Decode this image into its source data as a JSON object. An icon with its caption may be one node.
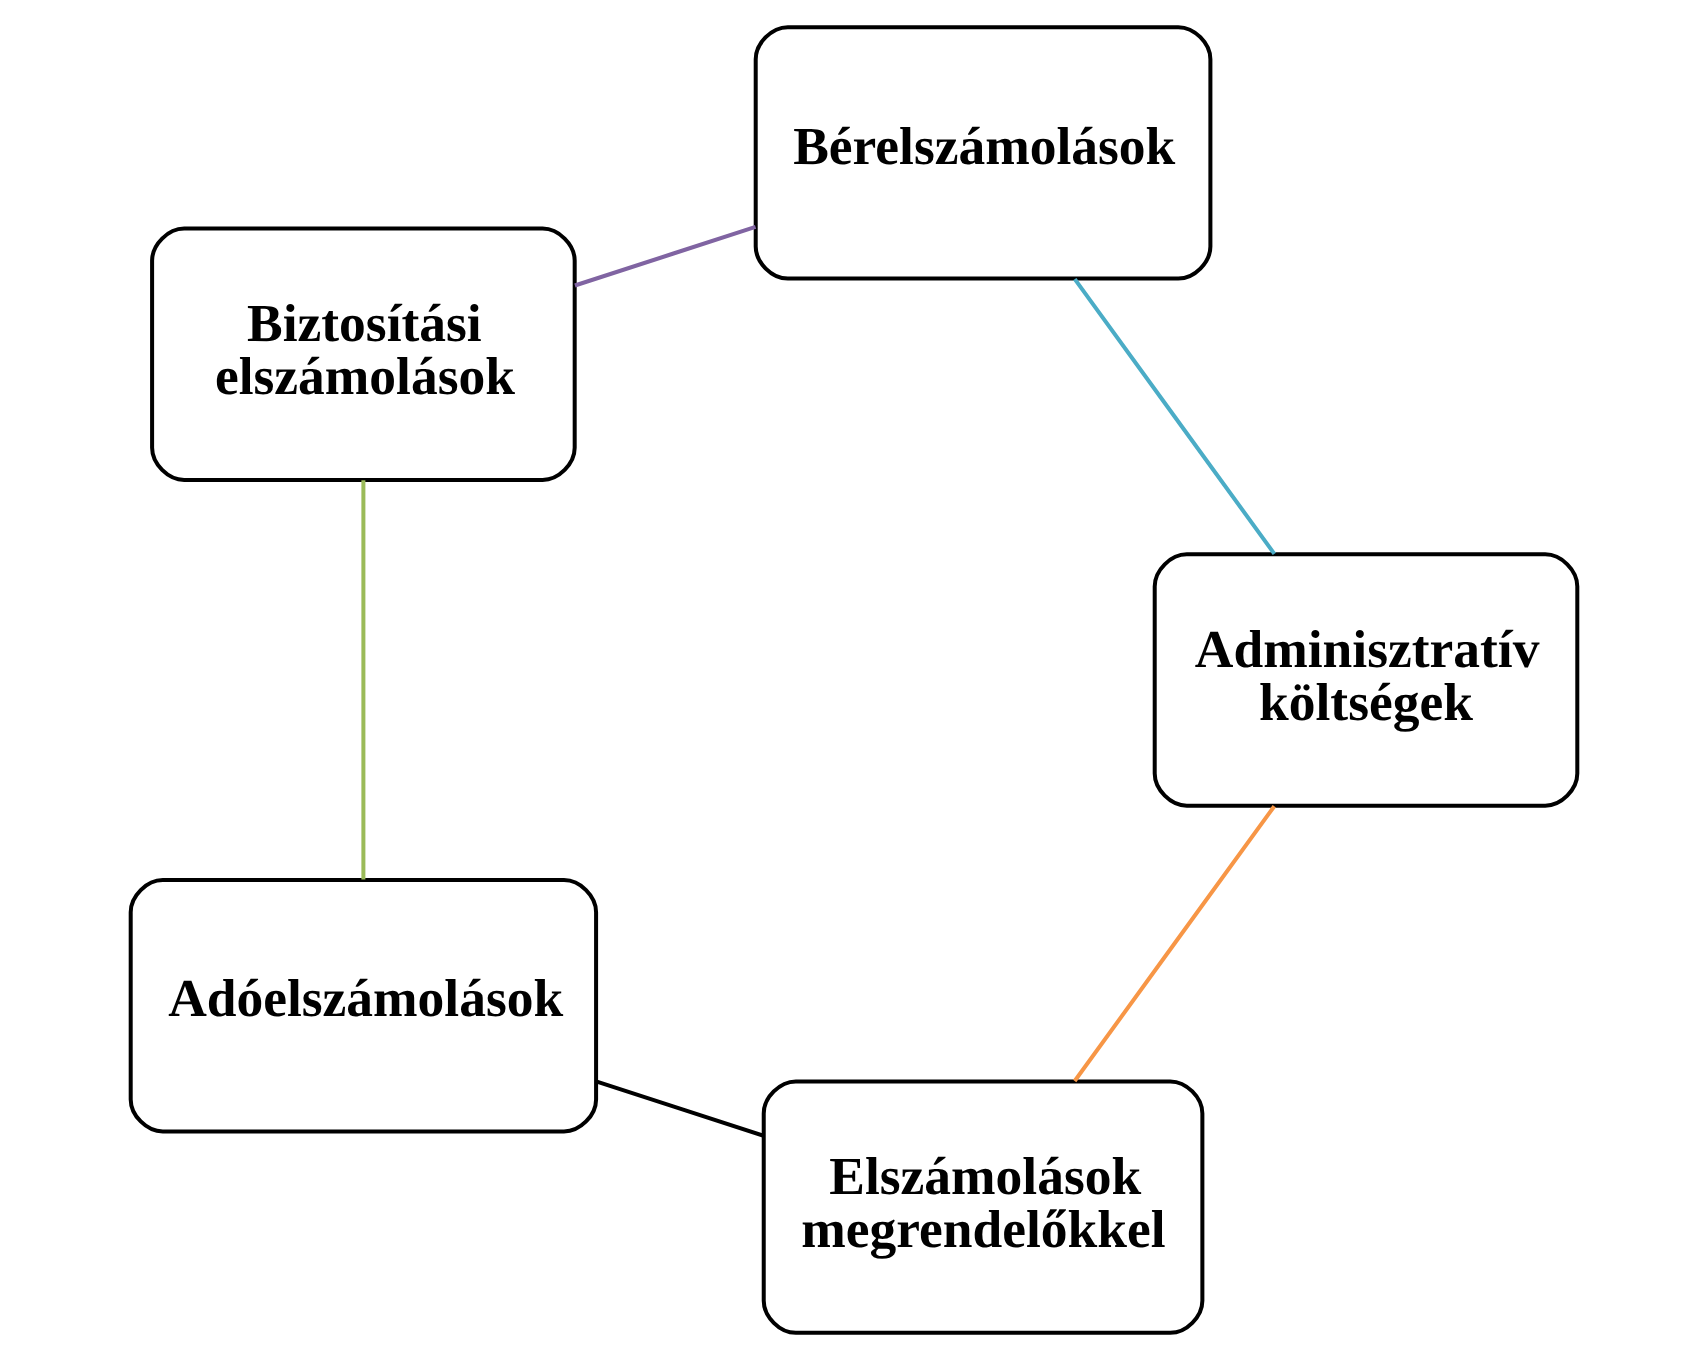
{
  "diagram": {
    "nodes": [
      {
        "text": [
          "Elszámolások megrendelőkkel"
        ]
      },
      {
        "text": [
          "Adminisztratív költségek"
        ]
      },
      {
        "text": [
          "Adóelszámolások"
        ]
      },
      {
        "text": [
          "Bérelszámolások"
        ]
      },
      {
        "text": [
          "Biztosítási elszámolások"
        ]
      }
    ],
    "edges": [
      {
        "from": 0,
        "to": 2,
        "arrow": "none",
        "color": "#000000"
      },
      {
        "from": 2,
        "to": 4,
        "arrow": "none",
        "color": "#9bbb59"
      },
      {
        "from": 4,
        "to": 3,
        "arrow": "none",
        "color": "#8064a2"
      },
      {
        "from": 3,
        "to": 1,
        "arrow": "none",
        "color": "#4bacc6"
      },
      {
        "from": 1,
        "to": 0,
        "arrow": "none",
        "color": "#f79646"
      }
    ]
  }
}
